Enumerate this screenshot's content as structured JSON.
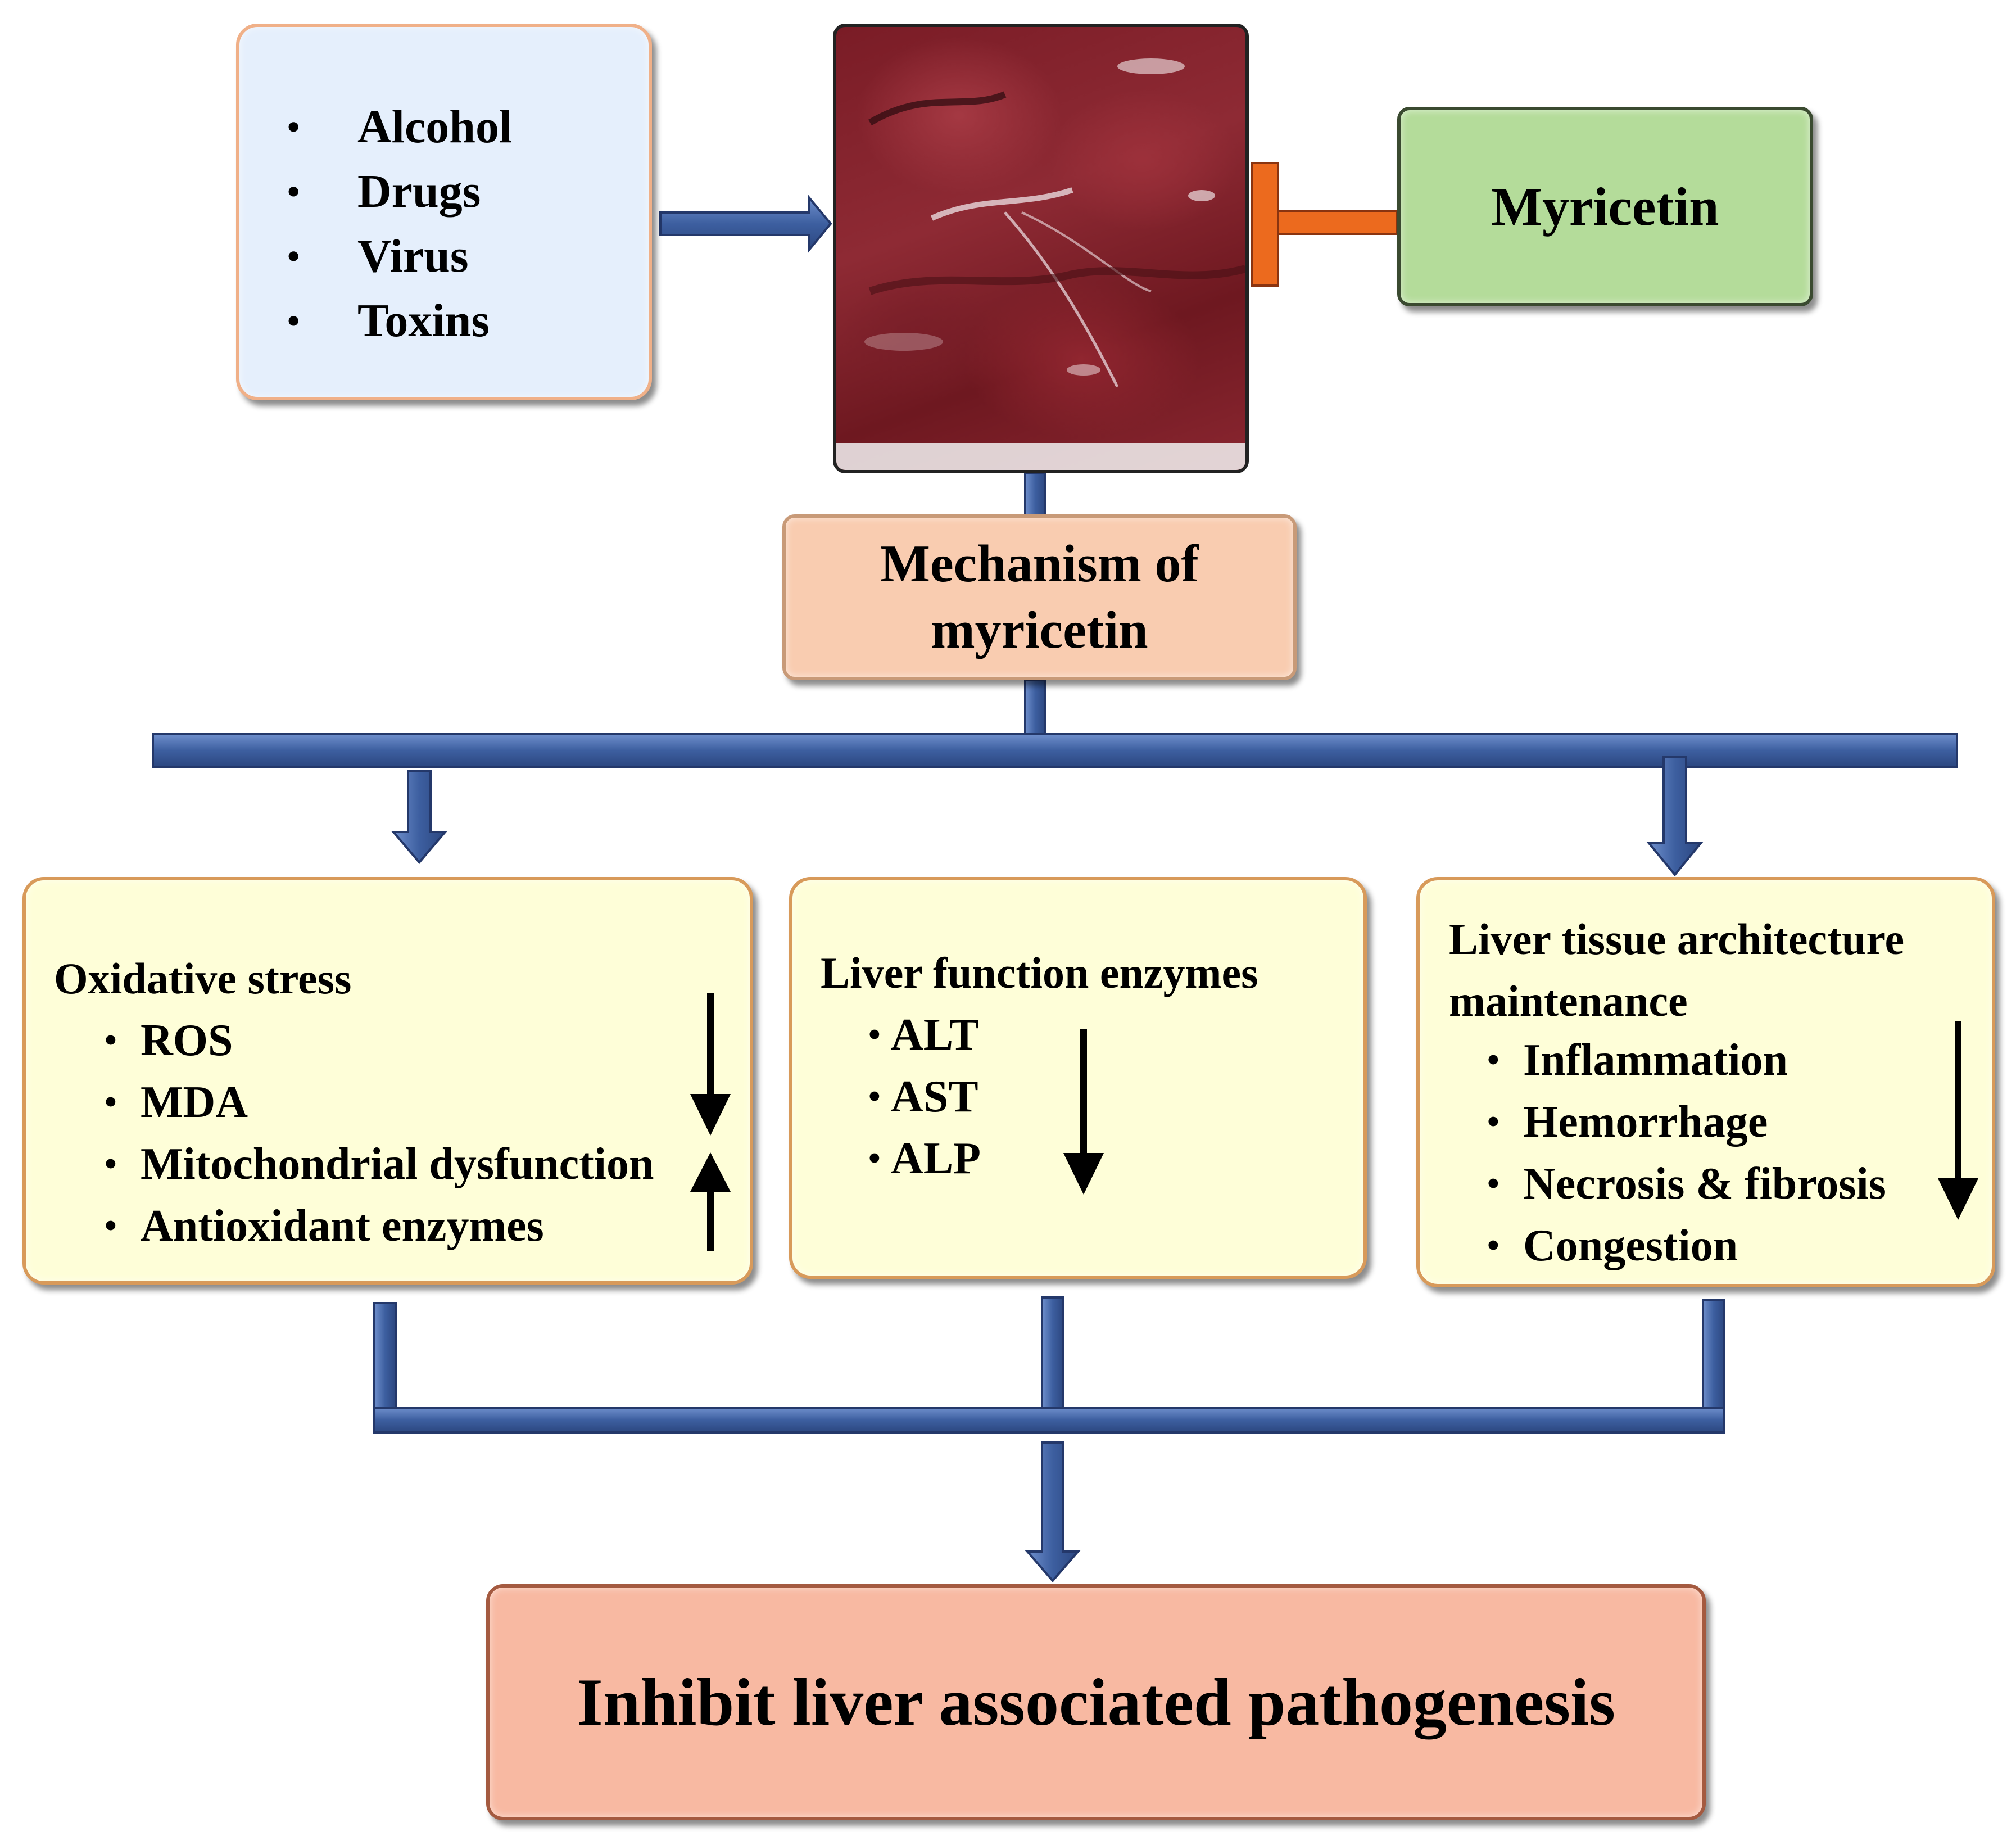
{
  "causes": {
    "items": [
      "Alcohol",
      "Drugs",
      "Virus",
      "Toxins"
    ]
  },
  "inhibitor": {
    "label": "Myricetin"
  },
  "mechanism": {
    "line1": "Mechanism of",
    "line2": "myricetin"
  },
  "panels": {
    "oxidative": {
      "title": "Oxidative stress",
      "items": [
        "ROS",
        "MDA",
        "Mitochondrial dysfunction",
        "Antioxidant enzymes"
      ]
    },
    "liver_function": {
      "title": "Liver function enzymes",
      "items": [
        "ALT",
        "AST",
        "ALP"
      ]
    },
    "tissue": {
      "title_line1": "Liver tissue architecture",
      "title_line2": "maintenance",
      "items": [
        "Inflammation",
        "Hemorrhage",
        "Necrosis & fibrosis",
        "Congestion"
      ]
    }
  },
  "outcome": {
    "label": "Inhibit liver associated pathogenesis"
  },
  "colors": {
    "connector_blue": "#3d5fa0",
    "inhibitor_orange": "#ec6a1e"
  }
}
